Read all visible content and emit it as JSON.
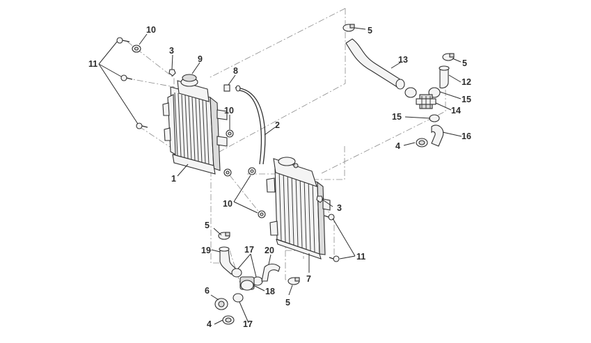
{
  "diagram": {
    "callouts": [
      {
        "id": "c1",
        "label": "1"
      },
      {
        "id": "c2",
        "label": "2"
      },
      {
        "id": "c3a",
        "label": "3"
      },
      {
        "id": "c3b",
        "label": "3"
      },
      {
        "id": "c4a",
        "label": "4"
      },
      {
        "id": "c4b",
        "label": "4"
      },
      {
        "id": "c5a",
        "label": "5"
      },
      {
        "id": "c5b",
        "label": "5"
      },
      {
        "id": "c5c",
        "label": "5"
      },
      {
        "id": "c5d",
        "label": "5"
      },
      {
        "id": "c6",
        "label": "6"
      },
      {
        "id": "c7",
        "label": "7"
      },
      {
        "id": "c8",
        "label": "8"
      },
      {
        "id": "c9",
        "label": "9"
      },
      {
        "id": "c10a",
        "label": "10"
      },
      {
        "id": "c10b",
        "label": "10"
      },
      {
        "id": "c10c",
        "label": "10"
      },
      {
        "id": "c11a",
        "label": "11"
      },
      {
        "id": "c11b",
        "label": "11"
      },
      {
        "id": "c12",
        "label": "12"
      },
      {
        "id": "c13",
        "label": "13"
      },
      {
        "id": "c14",
        "label": "14"
      },
      {
        "id": "c15a",
        "label": "15"
      },
      {
        "id": "c15b",
        "label": "15"
      },
      {
        "id": "c16",
        "label": "16"
      },
      {
        "id": "c17a",
        "label": "17"
      },
      {
        "id": "c17b",
        "label": "17"
      },
      {
        "id": "c18",
        "label": "18"
      },
      {
        "id": "c19",
        "label": "19"
      },
      {
        "id": "c20",
        "label": "20"
      }
    ]
  }
}
